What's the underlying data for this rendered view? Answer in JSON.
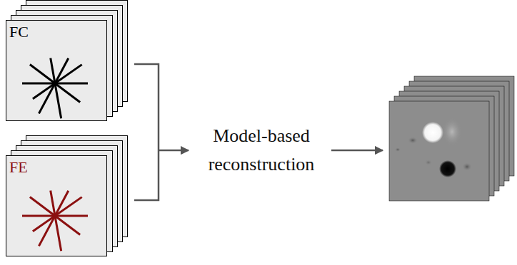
{
  "diagram": {
    "nodes": [
      {
        "text": [
          "FC"
        ]
      },
      {
        "text": [
          "FE"
        ]
      }
    ],
    "labels": [
      "Model-based reconstruction"
    ]
  }
}
